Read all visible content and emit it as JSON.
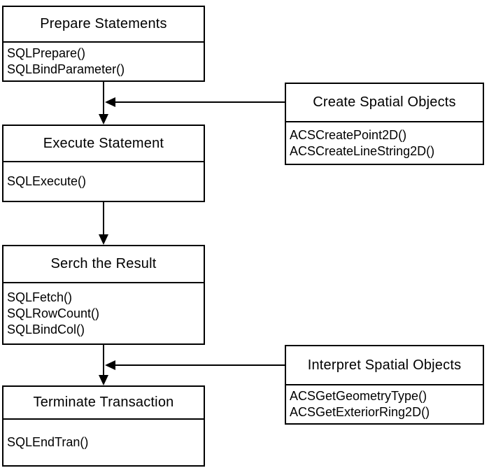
{
  "diagram": {
    "description": "ODBC SQL statement flow with spatial object functions",
    "colors": {
      "background": "#ffffff",
      "border": "#000000",
      "text": "#000000",
      "arrow": "#000000"
    },
    "flow_boxes": [
      {
        "title": "Prepare Statements",
        "functions": [
          "SQLPrepare()",
          "SQLBindParameter()"
        ]
      },
      {
        "title": "Execute Statement",
        "functions": [
          "SQLExecute()"
        ]
      },
      {
        "title": "Serch the Result",
        "functions": [
          "SQLFetch()",
          "SQLRowCount()",
          "SQLBindCol()"
        ]
      },
      {
        "title": "Terminate Transaction",
        "functions": [
          "SQLEndTran()"
        ]
      }
    ],
    "side_boxes": [
      {
        "title": "Create Spatial Objects",
        "functions": [
          "ACSCreatePoint2D()",
          "ACSCreateLineString2D()"
        ]
      },
      {
        "title": "Interpret Spatial Objects",
        "functions": [
          "ACSGetGeometryType()",
          "ACSGetExteriorRing2D()"
        ]
      }
    ],
    "connections": [
      {
        "from": "Prepare Statements",
        "to": "Execute Statement",
        "type": "arrow-down"
      },
      {
        "from": "Execute Statement",
        "to": "Serch the Result",
        "type": "arrow-down"
      },
      {
        "from": "Serch the Result",
        "to": "Terminate Transaction",
        "type": "arrow-down"
      },
      {
        "from": "Create Spatial Objects",
        "to": "Prepare Statements → Execute Statement flow",
        "type": "arrow-left"
      },
      {
        "from": "Interpret Spatial Objects",
        "to": "Serch the Result → Terminate Transaction flow",
        "type": "arrow-left"
      }
    ]
  }
}
